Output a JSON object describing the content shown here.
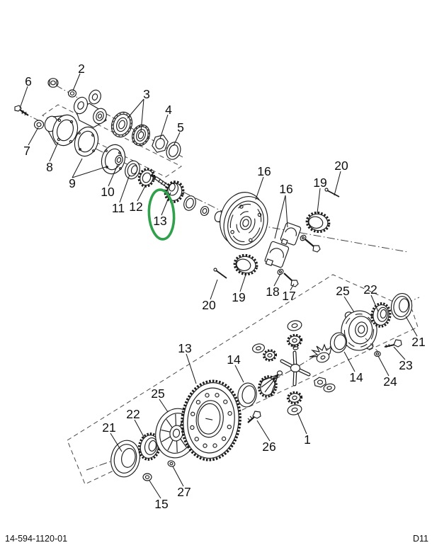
{
  "diagram": {
    "footer": {
      "doc_number": "14-594-1120-01",
      "page_code": "D11"
    },
    "highlight": {
      "color": "#2fa14b",
      "label": "13"
    },
    "callouts": [
      {
        "label": "2"
      },
      {
        "label": "6"
      },
      {
        "label": "3"
      },
      {
        "label": "4"
      },
      {
        "label": "5"
      },
      {
        "label": "7"
      },
      {
        "label": "8"
      },
      {
        "label": "9"
      },
      {
        "label": "10"
      },
      {
        "label": "11"
      },
      {
        "label": "12"
      },
      {
        "label": "13"
      },
      {
        "label": "16"
      },
      {
        "label": "16"
      },
      {
        "label": "19"
      },
      {
        "label": "20"
      },
      {
        "label": "19"
      },
      {
        "label": "20"
      },
      {
        "label": "18"
      },
      {
        "label": "17"
      },
      {
        "label": "25"
      },
      {
        "label": "22"
      },
      {
        "label": "21"
      },
      {
        "label": "23"
      },
      {
        "label": "24"
      },
      {
        "label": "14"
      },
      {
        "label": "13"
      },
      {
        "label": "14"
      },
      {
        "label": "26"
      },
      {
        "label": "1"
      },
      {
        "label": "25"
      },
      {
        "label": "22"
      },
      {
        "label": "21"
      },
      {
        "label": "27"
      },
      {
        "label": "15"
      }
    ]
  }
}
